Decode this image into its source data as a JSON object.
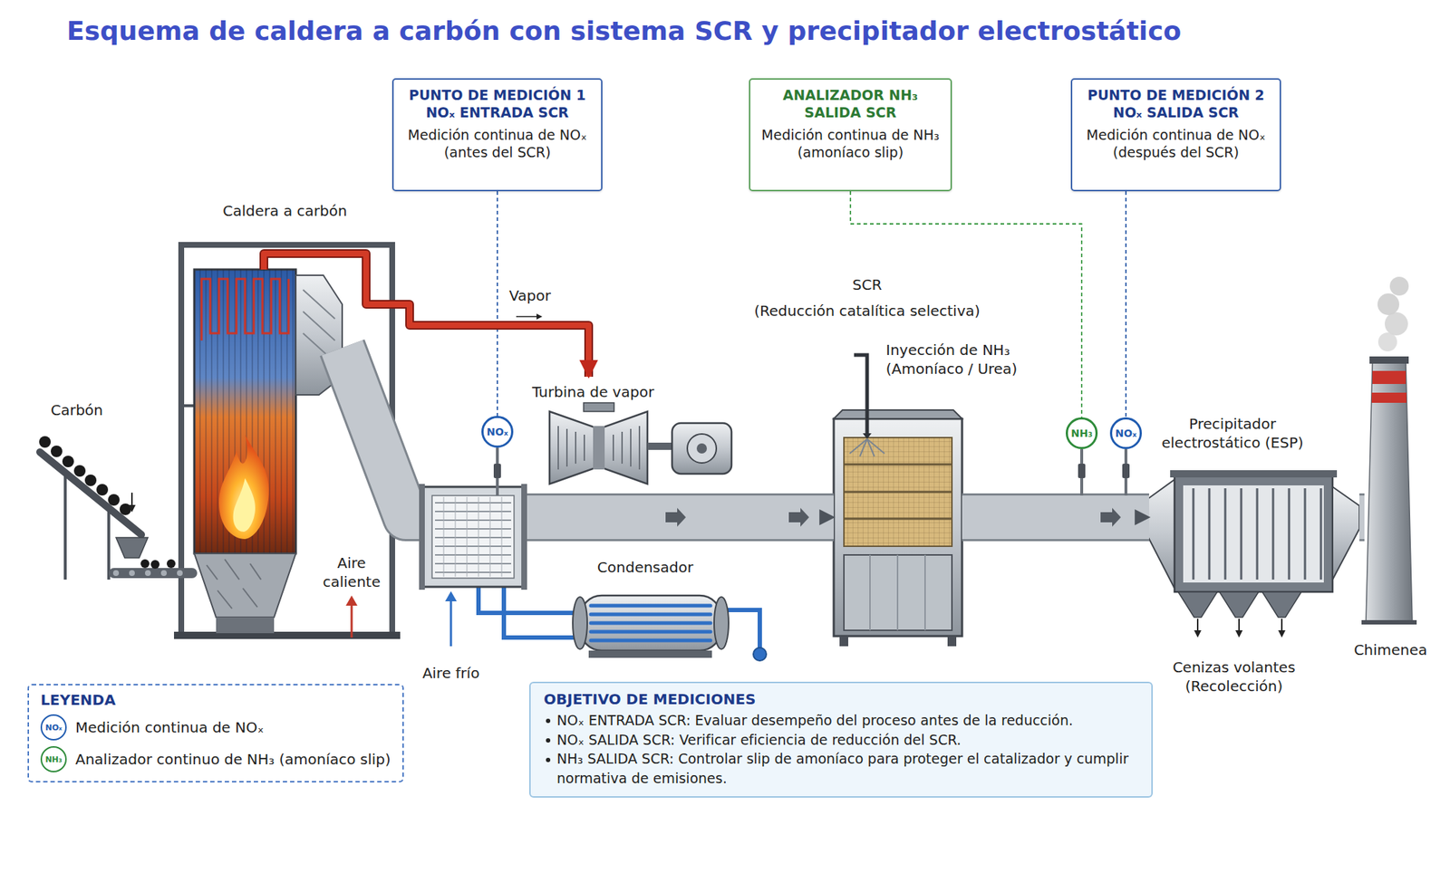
{
  "diagram": {
    "title": "Esquema de caldera a carbón con sistema SCR y precipitador electrostático",
    "nodes": [
      {
        "text": [
          "PUNTO DE MEDICIÓN 1 NOₓ ENTRADA SCR",
          "Medición continua de NOₓ (antes del SCR)"
        ]
      },
      {
        "text": [
          "ANALIZADOR NH₃ SALIDA SCR",
          "Medición continua de NH₃ (amoníaco slip)"
        ]
      },
      {
        "text": [
          "PUNTO DE MEDICIÓN 2 NOₓ SALIDA SCR",
          "Medición continua de NOₓ (después del SCR)"
        ]
      },
      {
        "text": [
          "Caldera a carbón"
        ]
      },
      {
        "text": [
          "Carbón"
        ]
      },
      {
        "text": [
          "NOₓ"
        ]
      },
      {
        "text": [
          "Turbina de vapor"
        ]
      },
      {
        "text": [
          "SCR",
          "(Reducción catalítica selectiva)"
        ]
      },
      {
        "text": [
          "NH₃"
        ]
      },
      {
        "text": [
          "NOₓ"
        ]
      },
      {
        "text": [
          "Precipitador electrostático (ESP)"
        ]
      },
      {
        "text": [
          "Condensador"
        ]
      },
      {
        "text": [
          "Chimenea"
        ]
      },
      {
        "text": [
          "OBJETIVO DE MEDICIONES",
          "NOₓ ENTRADA SCR: Evaluar desempeño del proceso antes de la reducción.",
          "NOₓ SALIDA SCR: Verificar eficiencia de reducción del SCR.",
          "NH₃ SALIDA SCR: Controlar slip de amoníaco para proteger el catalizador y cumplir normativa de emisiones."
        ]
      }
    ],
    "edges": [
      {
        "from": 0,
        "to": 5,
        "arrow": "none"
      },
      {
        "from": 1,
        "to": 8,
        "arrow": "none"
      },
      {
        "from": 2,
        "to": 9,
        "arrow": "none"
      },
      {
        "from": 3,
        "to": 6,
        "label": "Vapor",
        "arrow": "to"
      },
      {
        "from": 3,
        "to": 7,
        "arrow": "to"
      },
      {
        "from": 7,
        "to": 10,
        "arrow": "to"
      },
      {
        "from": 10,
        "to": 12,
        "arrow": "none"
      }
    ],
    "labels": [
      "Aire caliente",
      "Aire frío",
      "Inyección de NH₃ (Amoníaco / Urea)",
      "Cenizas volantes (Recolección)",
      "LEYENDA",
      "NOₓ",
      "NH₃"
    ],
    "legend": [
      {
        "text": "Medición continua de NOₓ"
      },
      {
        "text": "Analizador continuo de NH₃ (amoníaco slip)"
      }
    ]
  }
}
